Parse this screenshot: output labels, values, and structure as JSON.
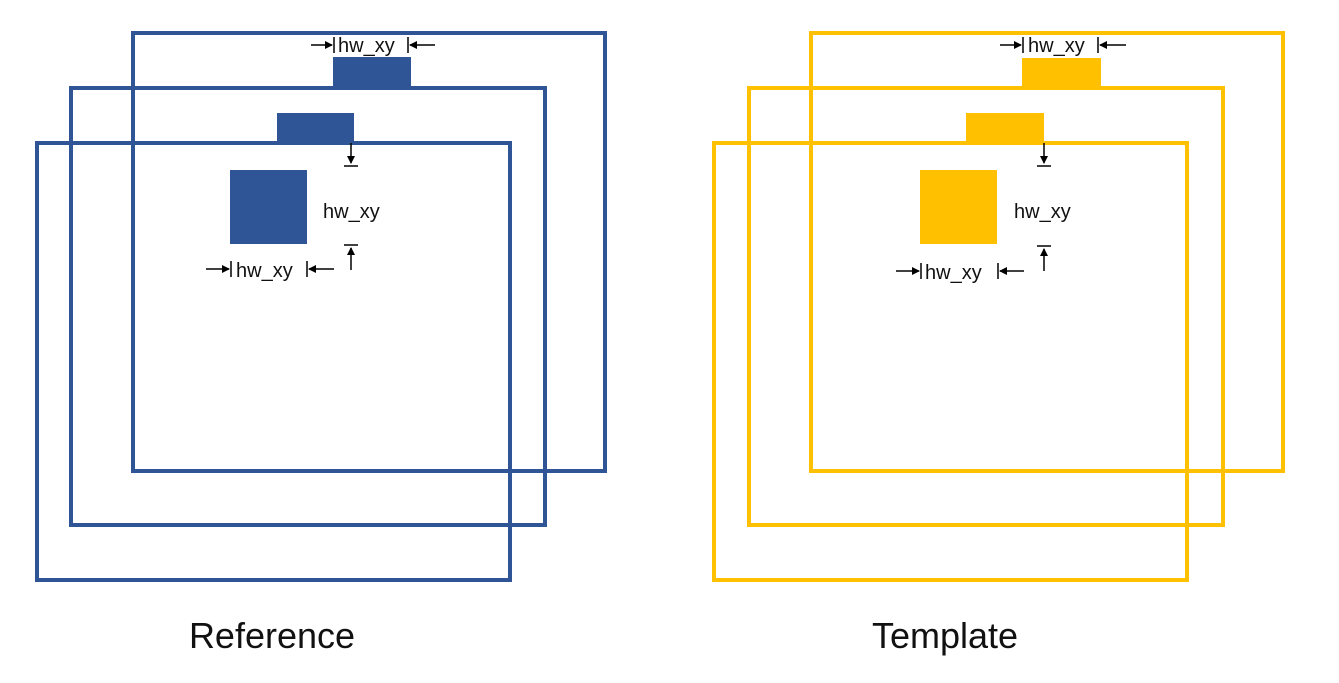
{
  "colors": {
    "reference": "#2F5597",
    "template": "#FFC000",
    "arrow": "#000000",
    "text": "#111111"
  },
  "reference": {
    "caption": "Reference",
    "label_top": "hw_xy",
    "label_side": "hw_xy",
    "label_bottom": "hw_xy"
  },
  "template": {
    "caption": "Template",
    "label_top": "hw_xy",
    "label_side": "hw_xy",
    "label_bottom": "hw_xy"
  }
}
